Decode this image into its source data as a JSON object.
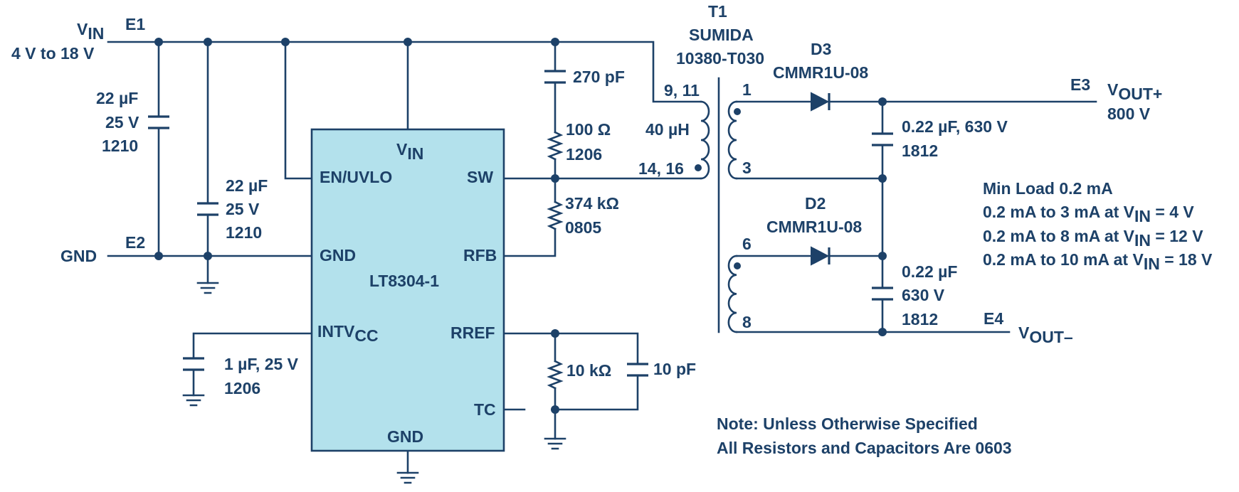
{
  "colors": {
    "ink": "#1d4168",
    "ic_fill": "#b3e1ec",
    "background": "#ffffff"
  },
  "supply": {
    "vin": "V",
    "vin_sub": "IN",
    "vin_range": "4 V to 18 V",
    "gnd": "GND"
  },
  "terminals": {
    "e1": "E1",
    "e2": "E2",
    "e3": "E3",
    "e4": "E4"
  },
  "ic": {
    "part": "LT8304-1",
    "pins": {
      "vin": "V",
      "vin_sub": "IN",
      "en_uvlo": "EN/UVLO",
      "sw": "SW",
      "gnd_left": "GND",
      "rfb": "RFB",
      "intvcc": "INTV",
      "intvcc_sub": "CC",
      "rref": "RREF",
      "tc": "TC",
      "gnd_bottom": "GND"
    }
  },
  "components": {
    "c_in1": {
      "value": "22 µF",
      "voltage": "25 V",
      "size": "1210"
    },
    "c_in2": {
      "value": "22 µF",
      "voltage": "25 V",
      "size": "1210"
    },
    "c_snub": {
      "value": "270 pF"
    },
    "r_snub": {
      "value": "100 Ω",
      "size": "1206"
    },
    "r_fb": {
      "value": "374 kΩ",
      "size": "0805"
    },
    "c_intvcc": {
      "value": "1 µF, 25 V",
      "size": "1206"
    },
    "r_ref": {
      "value": "10 kΩ"
    },
    "c_ref": {
      "value": "10 pF"
    },
    "transformer": {
      "ref": "T1",
      "maker": "SUMIDA",
      "part": "10380-T030",
      "inductance": "40 µH",
      "pins_top": "9, 11",
      "pins_bottom": "14, 16",
      "sec1_top": "1",
      "sec1_bottom": "3",
      "sec2_top": "6",
      "sec2_bottom": "8"
    },
    "d3": {
      "ref": "D3",
      "part": "CMMR1U-08"
    },
    "d2": {
      "ref": "D2",
      "part": "CMMR1U-08"
    },
    "c_out1": {
      "value": "0.22 µF, 630 V",
      "size": "1812"
    },
    "c_out2": {
      "value": "0.22 µF",
      "voltage": "630 V",
      "size": "1812"
    }
  },
  "output": {
    "vout_plus": "V",
    "vout_plus_sub": "OUT+",
    "vout_plus_value": "800 V",
    "vout_minus": "V",
    "vout_minus_sub": "OUT–"
  },
  "load_notes": {
    "line1": "Min Load 0.2 mA",
    "line2_pre": "0.2 mA to 3 mA at V",
    "line2_post": " = 4 V",
    "line3_pre": "0.2 mA to 8 mA at V",
    "line3_post": " = 12 V",
    "line4_pre": "0.2 mA to 10 mA at V",
    "line4_post": " = 18 V",
    "sub": "IN"
  },
  "note": {
    "line1": "Note: Unless Otherwise Specified",
    "line2": "All Resistors and Capacitors Are 0603"
  }
}
